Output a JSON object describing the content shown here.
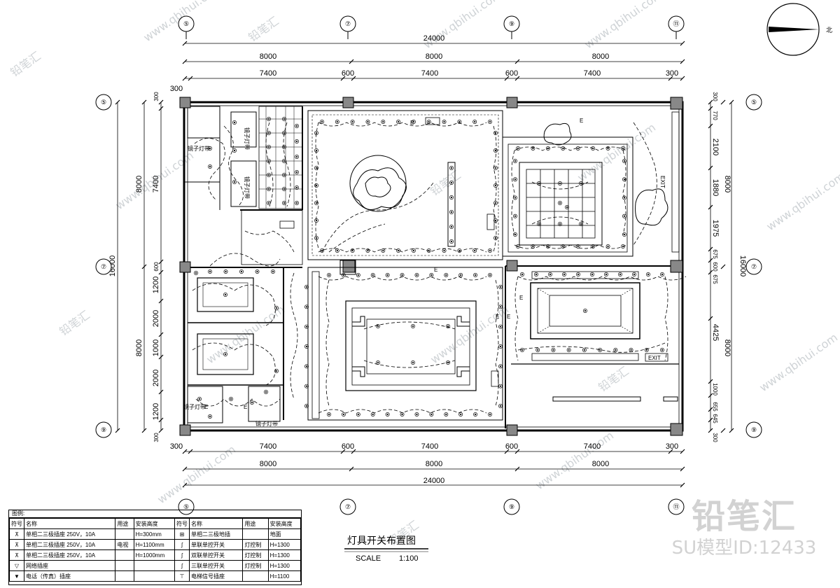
{
  "drawing": {
    "north": "北",
    "title": "灯具开关布置图",
    "scale_label": "SCALE",
    "scale_value": "1:100",
    "brand_name": "铅笔汇",
    "brand_id": "SU模型ID:12433",
    "watermark": "www.qbihui.com",
    "watermark_cn": "铅笔汇"
  },
  "axes": {
    "top": [
      "⑤",
      "⑦",
      "⑨",
      "⑪"
    ],
    "bottom": [
      "⑤",
      "⑦",
      "⑨",
      "⑪"
    ],
    "left": [
      "⑤",
      "⑦",
      "⑨"
    ],
    "right": [
      "⑤",
      "⑦",
      "⑨"
    ]
  },
  "dims": {
    "total": "24000",
    "bays": [
      "8000",
      "8000",
      "8000"
    ],
    "sub_top": [
      "300",
      "7400",
      "600",
      "7400",
      "600",
      "7400",
      "300"
    ],
    "left_total": "16000",
    "left_bays": [
      "8000",
      "8000"
    ],
    "left_sub": [
      "300",
      "7400",
      "600",
      "1200",
      "2000",
      "1000",
      "2000",
      "1200",
      "300"
    ],
    "right_total": "16000",
    "right_bays": [
      "8000",
      "8000"
    ],
    "right_sub": [
      "300",
      "770",
      "2100",
      "1880",
      "1975",
      "675",
      "600",
      "675",
      "4425",
      "1000",
      "655",
      "645",
      "300"
    ]
  },
  "labels": {
    "exit": "EXIT",
    "emergency": "E",
    "mirror_light": "镜子灯带"
  },
  "legend": {
    "header": "图例:",
    "columns": [
      "符号",
      "名称",
      "用途",
      "安装高度",
      "符号",
      "名称",
      "用途",
      "安装高度"
    ],
    "rows": [
      [
        "",
        "单相二三极插座  250V，10A",
        "",
        "H=300mm",
        "",
        "单相二三极地插",
        "",
        "地面"
      ],
      [
        "",
        "单相二三极插座  250V，10A",
        "电视",
        "H=1100mm",
        "",
        "单联单控开关",
        "灯控制",
        "H=1300"
      ],
      [
        "",
        "单相二三极插座  250V，10A",
        "",
        "H=1000mm",
        "",
        "双联单控开关",
        "灯控制",
        "H=1300"
      ],
      [
        "",
        "网络插座",
        "",
        "",
        "",
        "三联单控开关",
        "灯控制",
        "H=1300"
      ],
      [
        "",
        "电话（传真）插座",
        "",
        "",
        "",
        "电梯信号插座",
        "",
        "H=1100"
      ]
    ]
  }
}
